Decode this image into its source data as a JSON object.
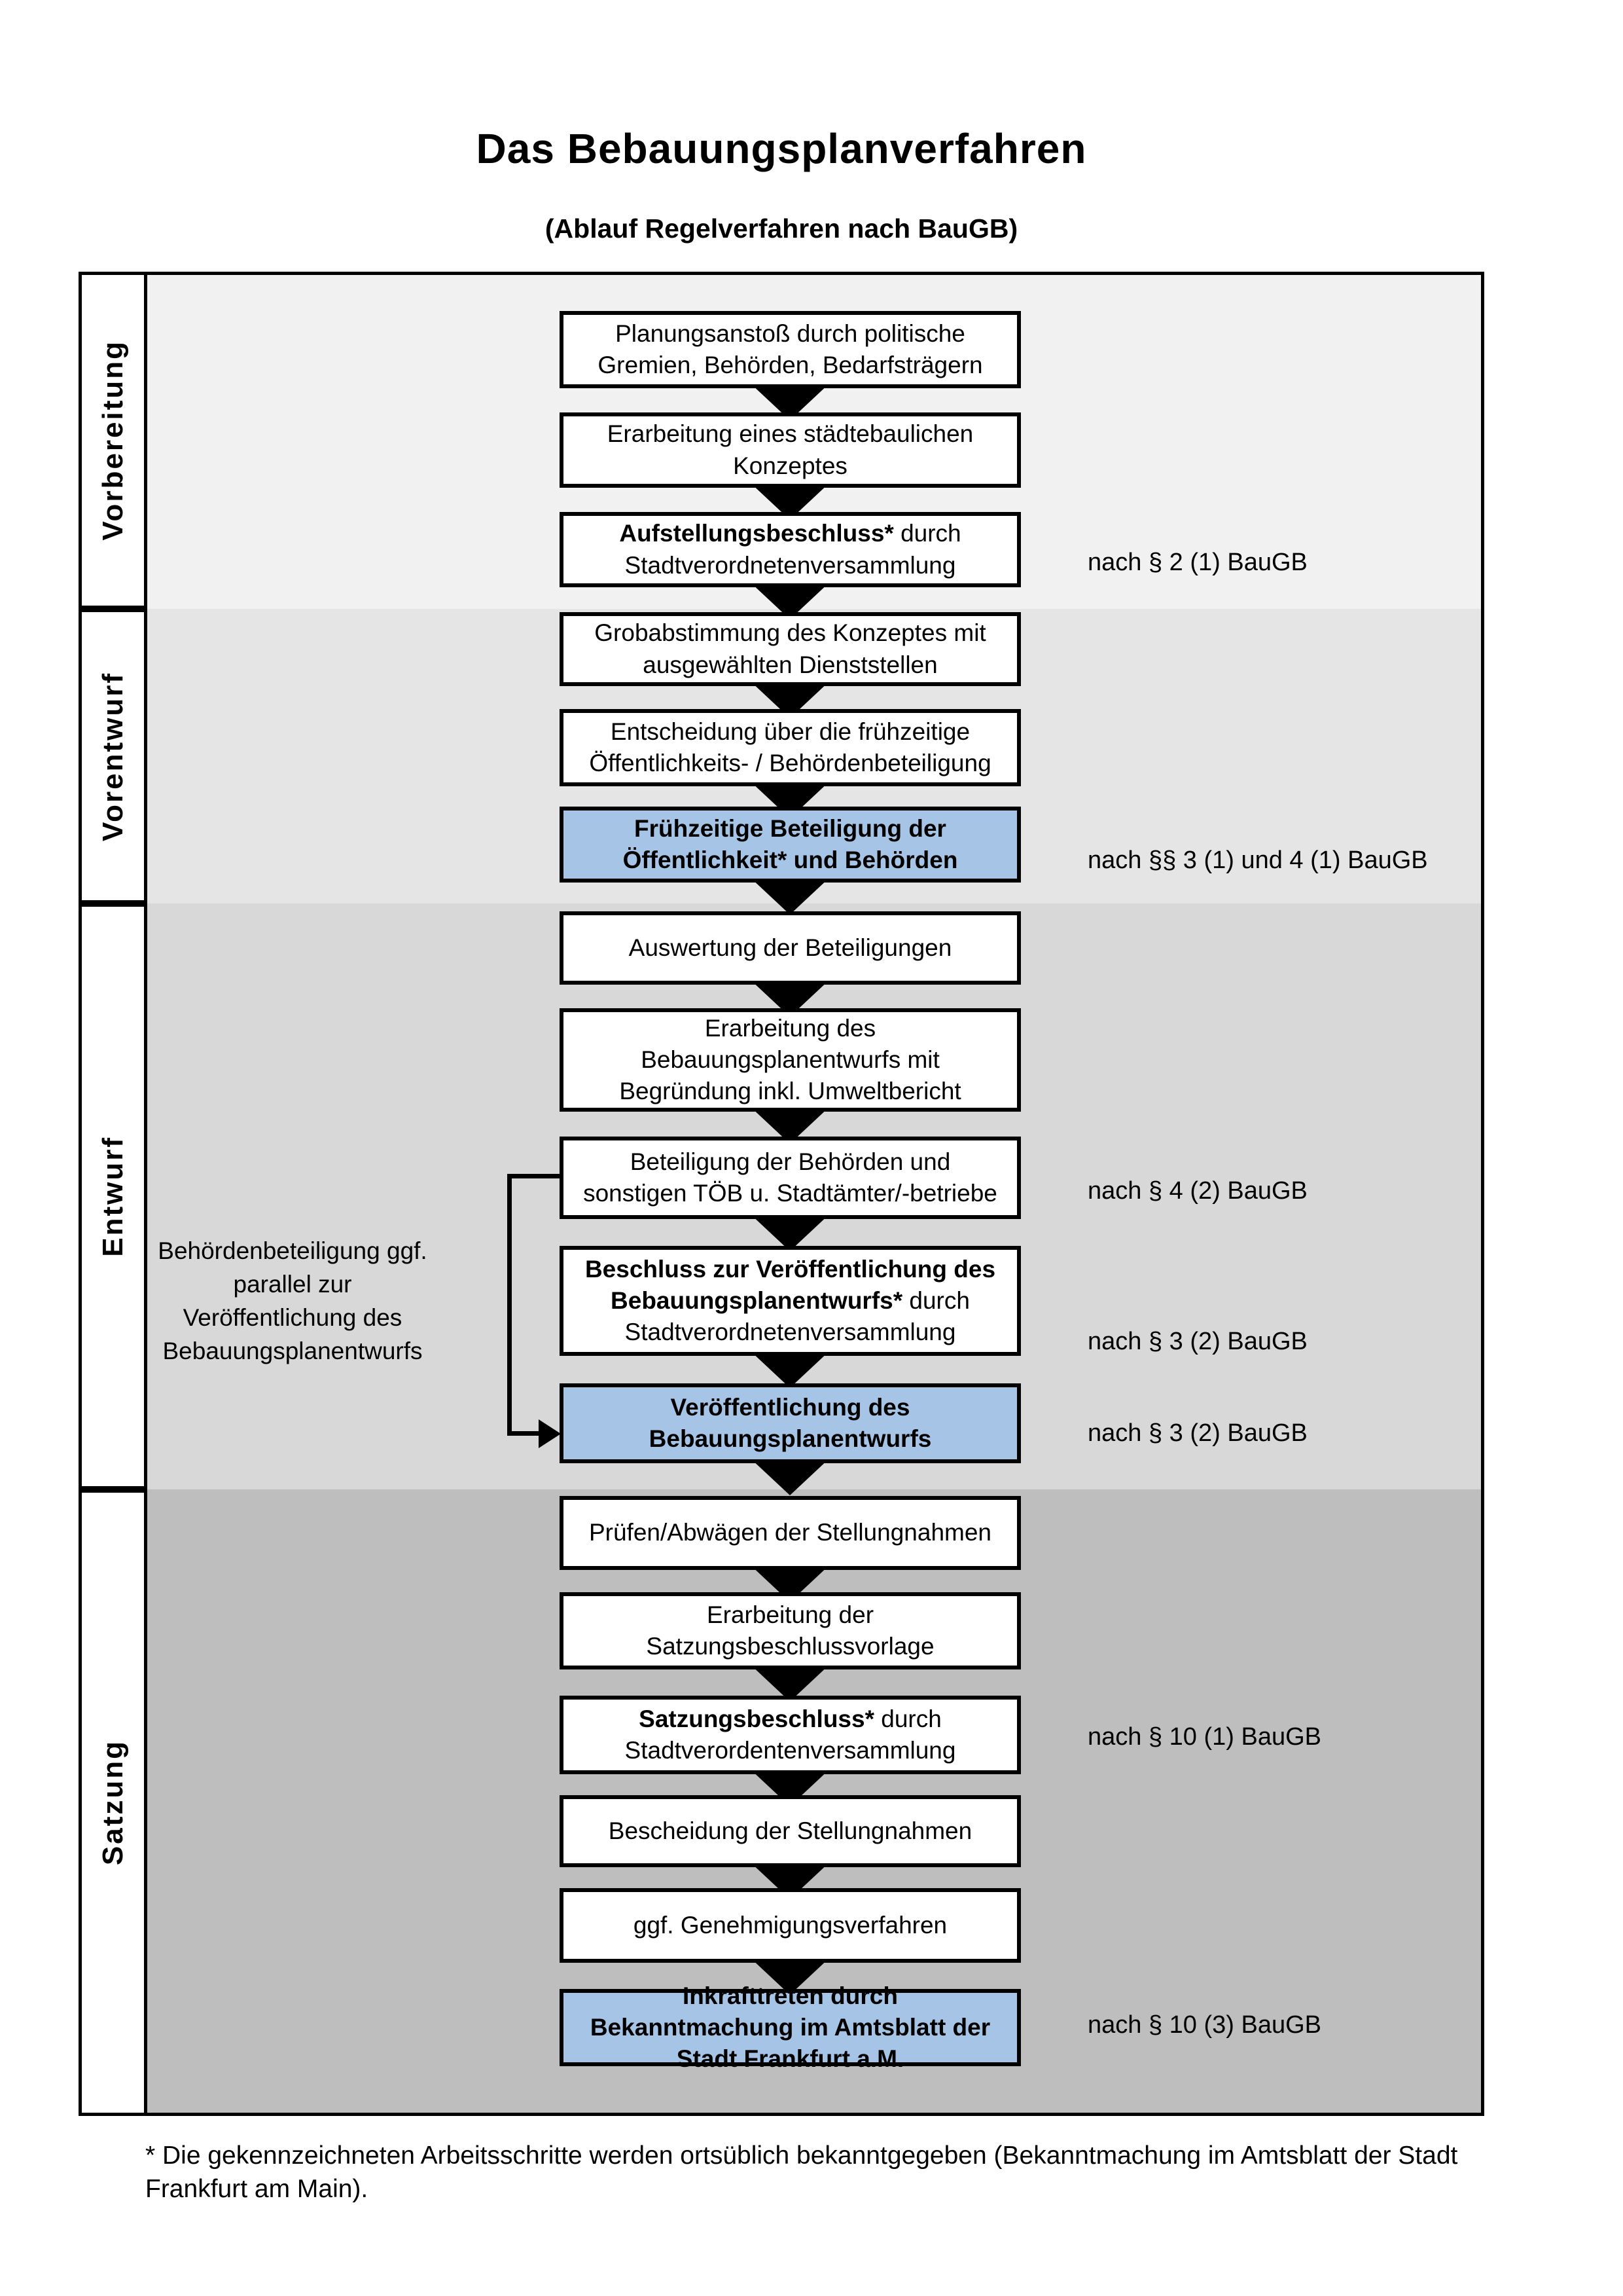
{
  "title": "Das Bebauungsplanverfahren",
  "subtitle": "(Ablauf Regelverfahren nach BauGB)",
  "phases": [
    {
      "label": "Vorbereitung"
    },
    {
      "label": "Vorentwurf"
    },
    {
      "label": "Entwurf"
    },
    {
      "label": "Satzung"
    }
  ],
  "steps": [
    {
      "bold": "",
      "text": "Planungsanstoß durch politische Gremien, Behörden, Bedarfsträgern"
    },
    {
      "bold": "",
      "text": "Erarbeitung eines städtebaulichen Konzeptes"
    },
    {
      "bold": "Aufstellungsbeschluss*",
      "text": " durch Stadtverordnetenversammlung"
    },
    {
      "bold": "",
      "text": "Grobabstimmung des Konzeptes mit ausgewählten Dienststellen"
    },
    {
      "bold": "",
      "text": "Entscheidung über die frühzeitige Öffentlichkeits- / Behördenbeteiligung"
    },
    {
      "bold": "Frühzeitige Beteiligung der Öffentlichkeit* und Behörden",
      "text": ""
    },
    {
      "bold": "",
      "text": "Auswertung der Beteiligungen"
    },
    {
      "bold": "",
      "text": "Erarbeitung des Bebauungsplanentwurfs mit Begründung inkl. Umweltbericht"
    },
    {
      "bold": "",
      "text": "Beteiligung der Behörden und sonstigen TÖB u. Stadtämter/-betriebe"
    },
    {
      "bold": "Beschluss zur Veröffentlichung des Bebauungsplanentwurfs*",
      "text": " durch Stadtverordnetenversammlung"
    },
    {
      "bold": "Veröffentlichung des Bebauungsplanentwurfs",
      "text": ""
    },
    {
      "bold": "",
      "text": "Prüfen/Abwägen der Stellungnahmen"
    },
    {
      "bold": "",
      "text": "Erarbeitung der Satzungsbeschlussvorlage"
    },
    {
      "bold": "Satzungsbeschluss*",
      "text": " durch Stadtverordentenversammlung"
    },
    {
      "bold": "",
      "text": "Bescheidung der Stellungnahmen"
    },
    {
      "bold": "",
      "text": "ggf. Genehmigungsverfahren"
    },
    {
      "bold": "Inkrafttreten",
      "text": " durch Bekanntmachung im Amtsblatt der Stadt Frankfurt a.M."
    }
  ],
  "references": [
    {
      "text": "nach § 2 (1) BauGB"
    },
    {
      "text": "nach §§ 3 (1) und 4 (1) BauGB"
    },
    {
      "text": "nach § 4 (2) BauGB"
    },
    {
      "text": "nach § 3 (2) BauGB"
    },
    {
      "text": "nach § 3 (2) BauGB"
    },
    {
      "text": "nach § 10 (1) BauGB"
    },
    {
      "text": "nach § 10 (3) BauGB"
    }
  ],
  "annotation": "Behördenbeteiligung ggf. parallel zur Veröffentlichung des Bebauungsplanentwurfs",
  "footnote": {
    "line1": "* Die gekennzeichneten Arbeitsschritte werden ortsüblich bekanntgegeben (Bekanntmachung im Amtsblatt  der Stadt",
    "line2": "Frankfurt am Main)."
  },
  "colors": {
    "highlight_blue": "#a6c5e6",
    "band_vorbereitung": "#f1f1f1",
    "band_vorentwurf": "#e5e5e5",
    "band_entwurf": "#d8d8d8",
    "band_satzung": "#bebebe",
    "line_black": "#000000"
  }
}
